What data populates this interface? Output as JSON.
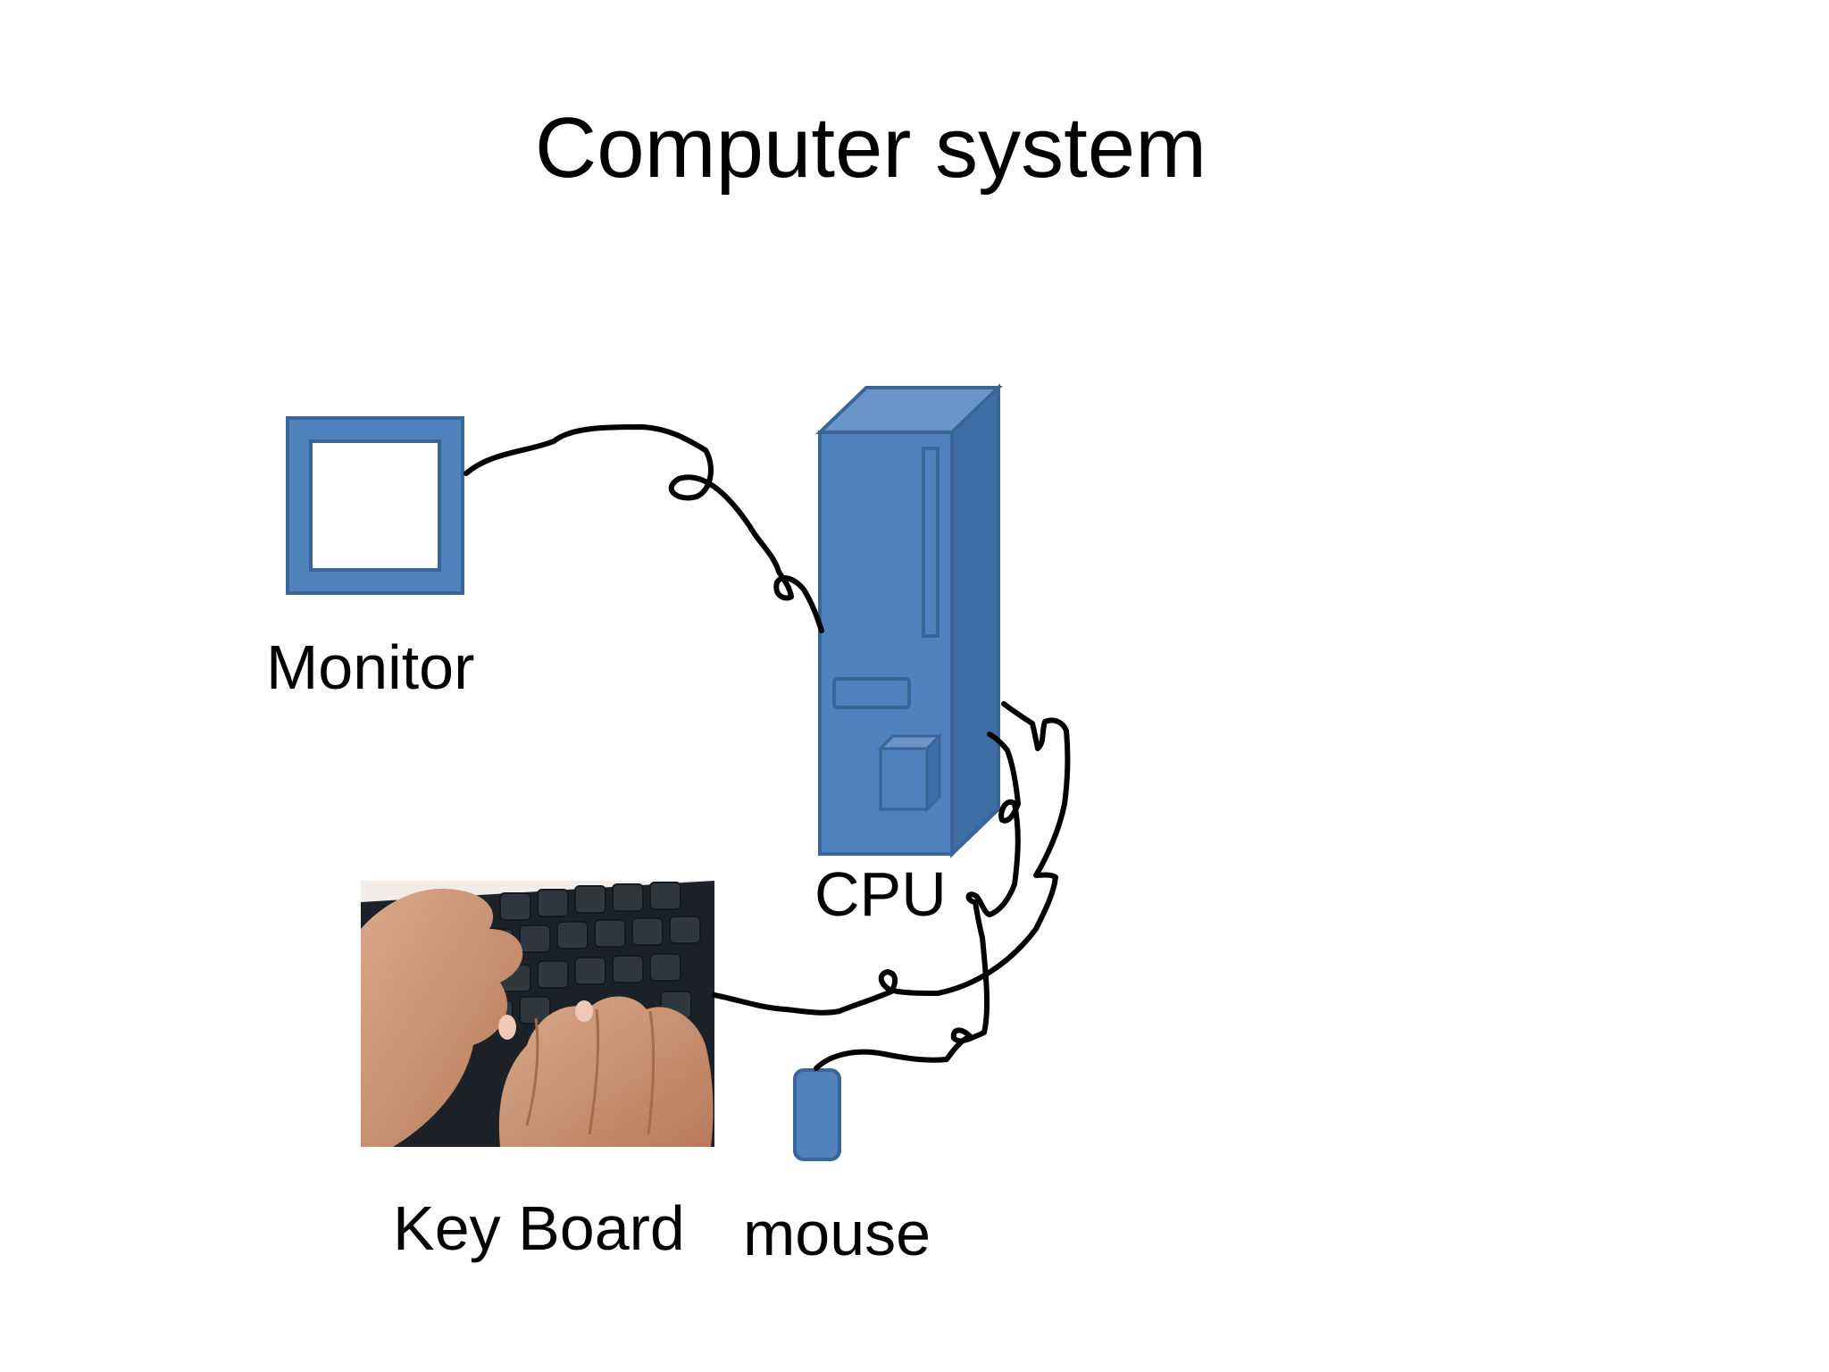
{
  "title": "Computer system",
  "components": {
    "monitor": {
      "label": "Monitor"
    },
    "cpu": {
      "label": "CPU"
    },
    "keyboard": {
      "label": "Key Board"
    },
    "mouse": {
      "label": "mouse"
    }
  },
  "colors": {
    "device_fill": "#4f81bd",
    "device_stroke": "#3a6596",
    "device_top": "#6a95c9",
    "device_side": "#3f6ea6",
    "cable": "#000000"
  }
}
